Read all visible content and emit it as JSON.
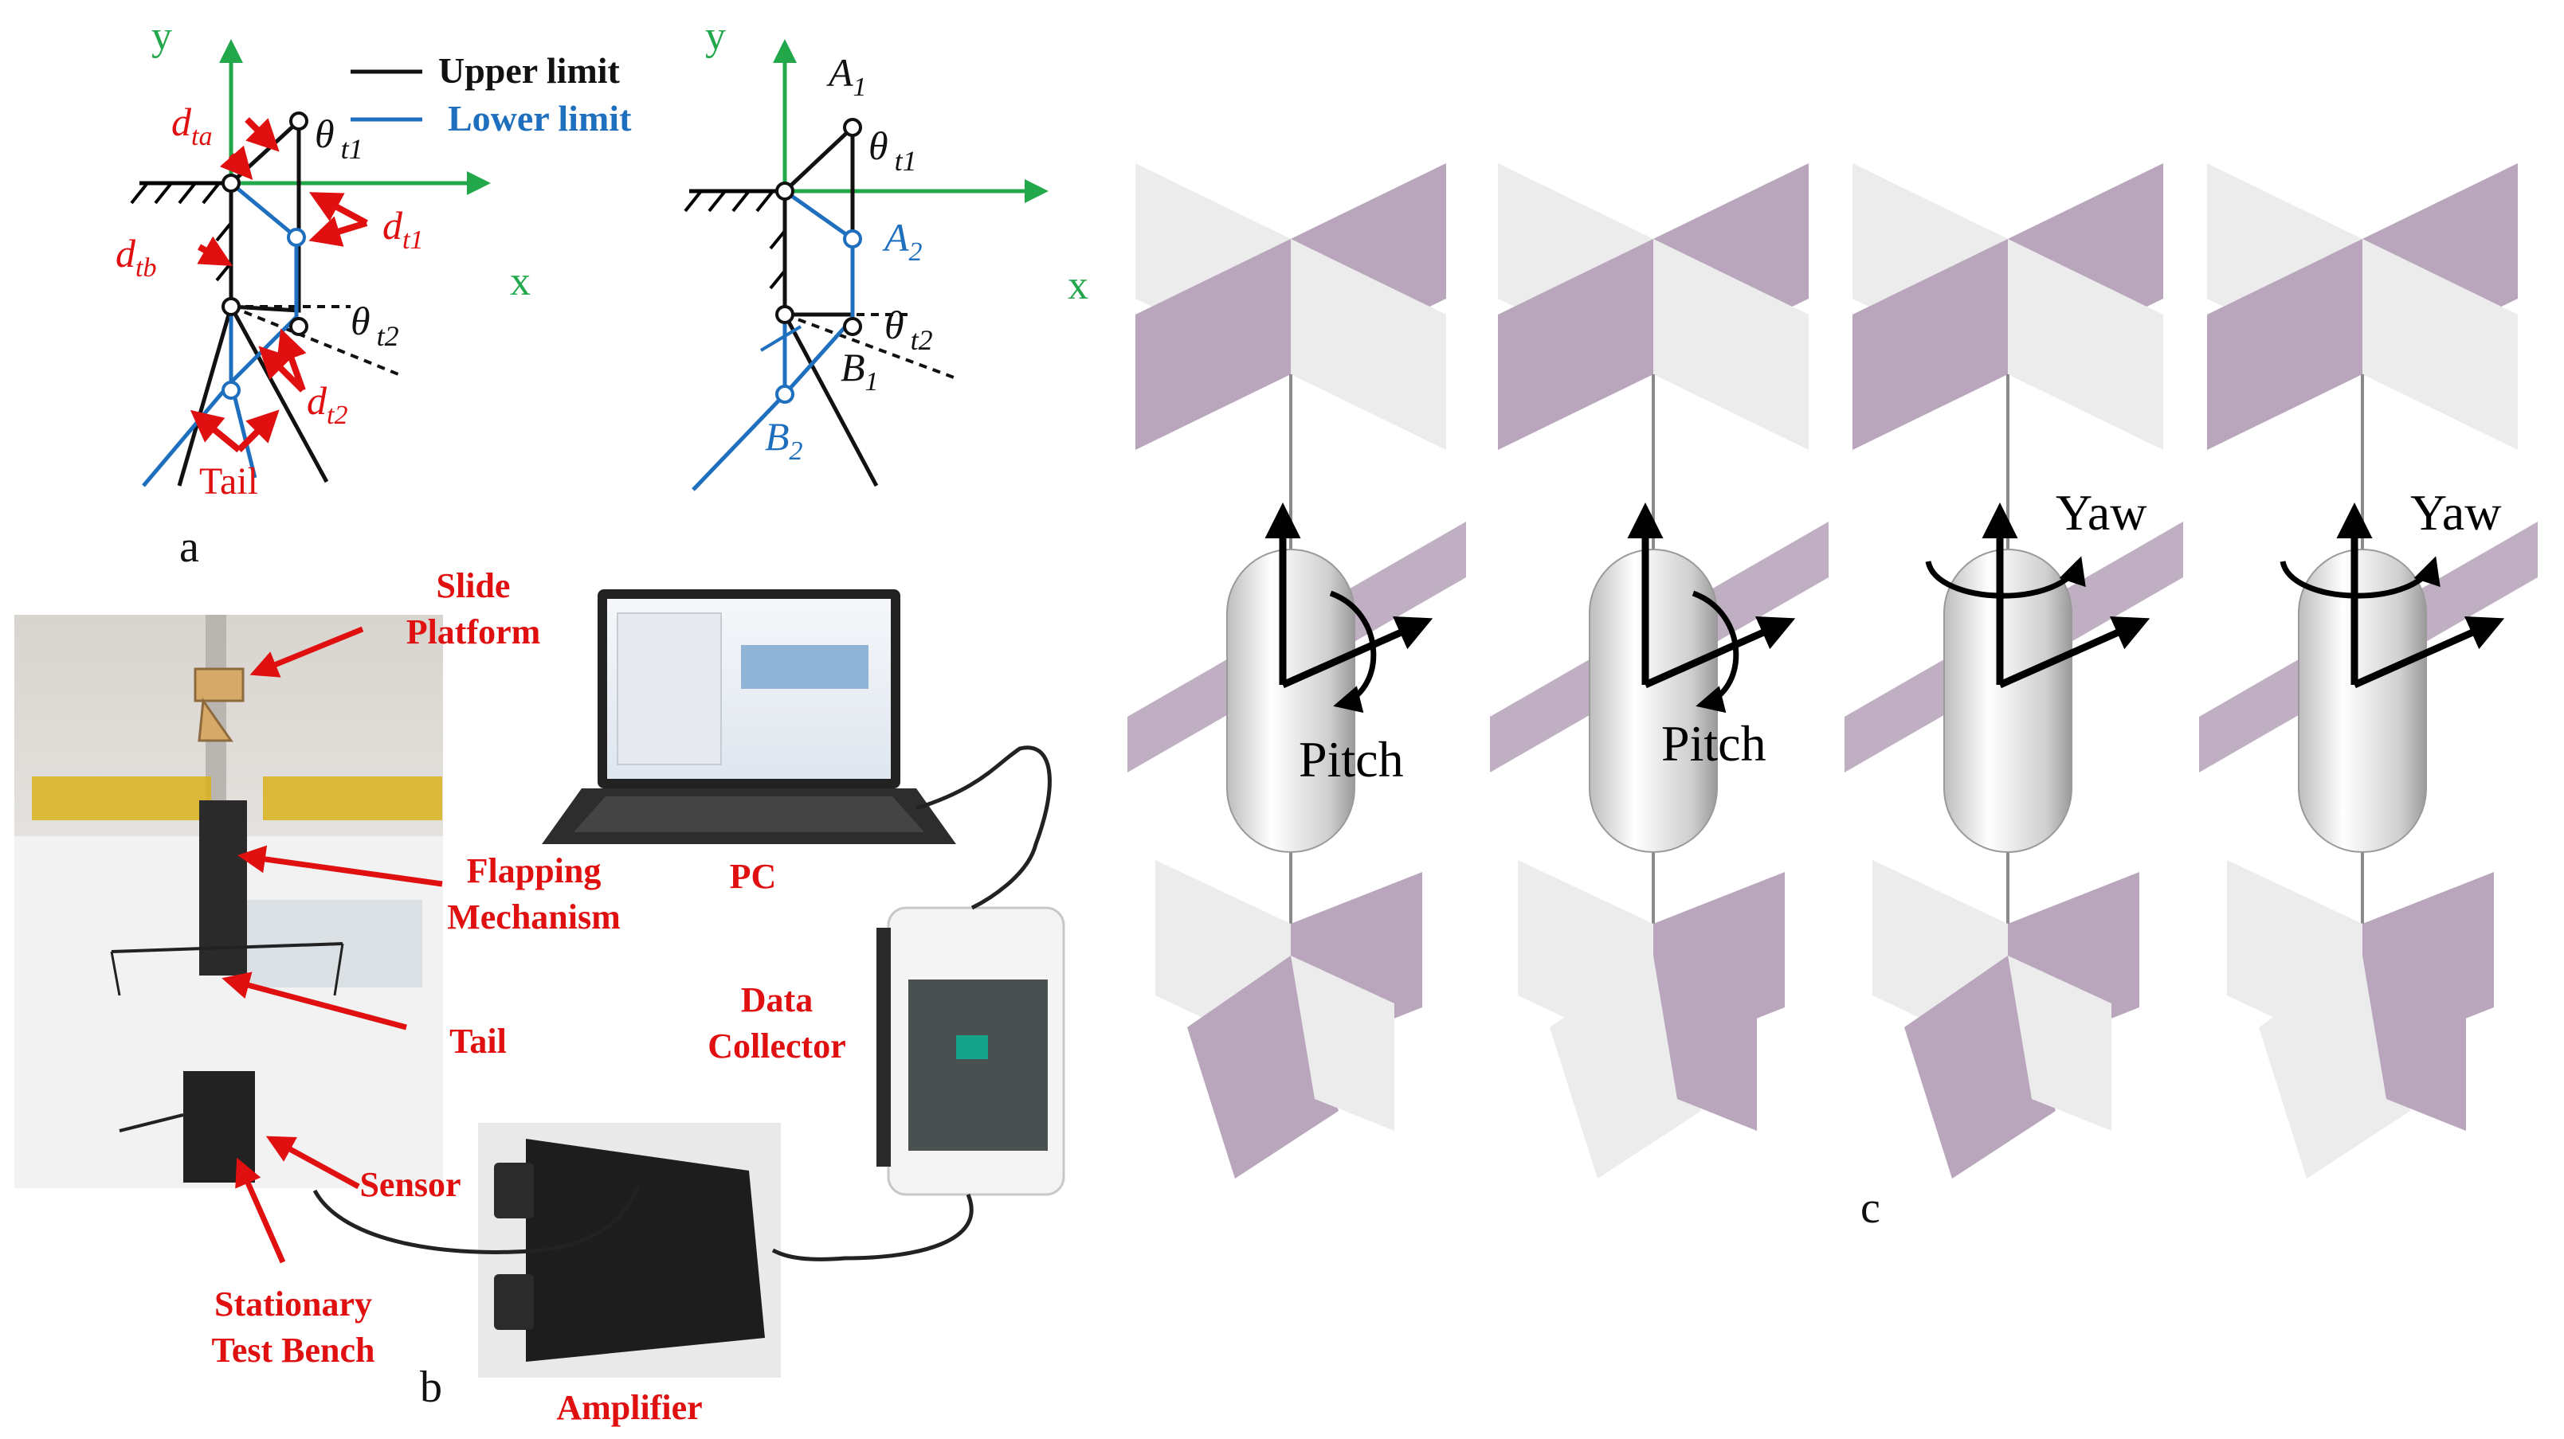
{
  "panel_a": {
    "label": "a",
    "left": {
      "axis_y": "y",
      "axis_x": "x",
      "legend": [
        {
          "label": "Upper limit",
          "color": "#111111"
        },
        {
          "label": "Lower limit",
          "color": "#1f6fbf"
        }
      ],
      "d_ta": {
        "base": "d",
        "sub": "ta"
      },
      "d_tb": {
        "base": "d",
        "sub": "tb"
      },
      "d_t1": {
        "base": "d",
        "sub": "t1"
      },
      "d_t2": {
        "base": "d",
        "sub": "t2"
      },
      "theta_t1": {
        "base": "θ",
        "sub": "t1"
      },
      "theta_t2": {
        "base": "θ",
        "sub": "t2"
      },
      "tail": "Tail"
    },
    "right": {
      "axis_y": "y",
      "axis_x": "x",
      "A1": {
        "base": "A",
        "sub": "1"
      },
      "A2": {
        "base": "A",
        "sub": "2"
      },
      "B1": {
        "base": "B",
        "sub": "1"
      },
      "B2": {
        "base": "B",
        "sub": "2"
      },
      "theta_t1": {
        "base": "θ",
        "sub": "t1"
      },
      "theta_t2": {
        "base": "θ",
        "sub": "t2"
      }
    }
  },
  "panel_b": {
    "label": "b",
    "callouts": {
      "slide_platform": [
        "Slide",
        "Platform"
      ],
      "flapping_mechanism": [
        "Flapping",
        "Mechanism"
      ],
      "tail": [
        "Tail"
      ],
      "sensor": [
        "Sensor"
      ],
      "stationary_test_bench": [
        "Stationary",
        "Test Bench"
      ],
      "pc": [
        "PC"
      ],
      "data_collector": [
        "Data",
        "Collector"
      ],
      "amplifier": [
        "Amplifier"
      ]
    }
  },
  "panel_c": {
    "label": "c",
    "rotations": [
      "Pitch",
      "Pitch",
      "Yaw",
      "Yaw"
    ]
  },
  "colors": {
    "axis_green": "#22a84a",
    "annotation_red": "#e01010",
    "lower_limit_blue": "#1f6fbf",
    "wing_purple": "#b9a6bd",
    "wing_white": "#ececec"
  }
}
